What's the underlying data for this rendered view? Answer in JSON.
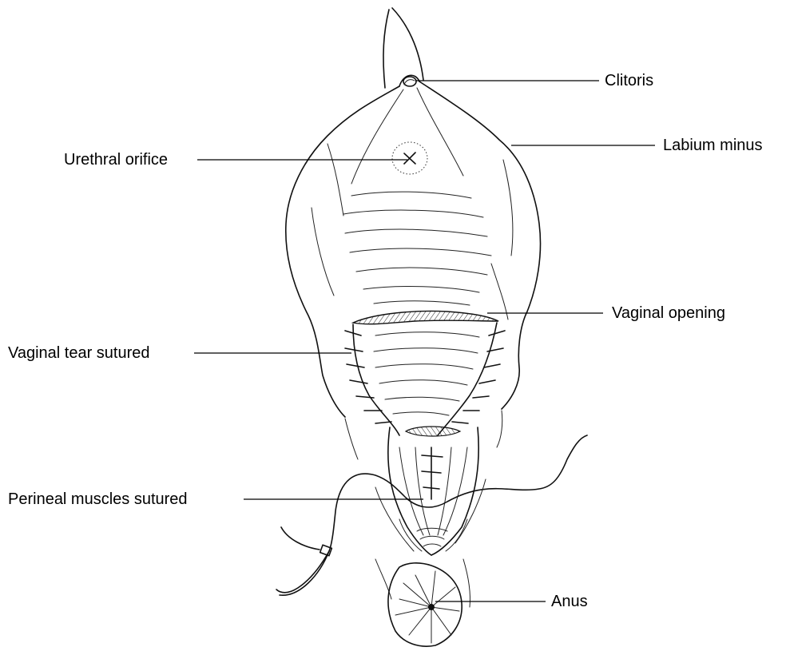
{
  "labels": {
    "clitoris": "Clitoris",
    "labium_minus": "Labium minus",
    "urethral_orifice": "Urethral orifice",
    "vaginal_opening": "Vaginal opening",
    "vaginal_tear_sutured": "Vaginal tear sutured",
    "perineal_muscles_sutured": "Perineal muscles sutured",
    "anus": "Anus"
  },
  "colors": {
    "ink": "#111111",
    "background": "#ffffff"
  }
}
